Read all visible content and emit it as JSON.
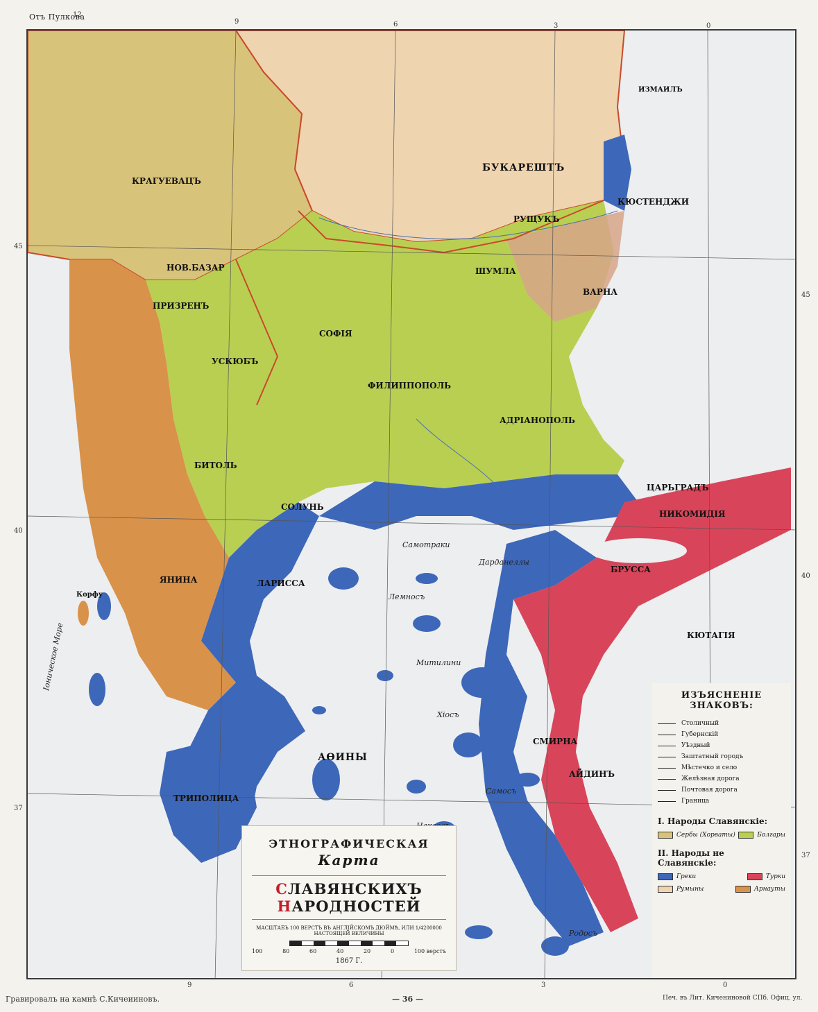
{
  "header": {
    "meridian_label": "Отъ Пулкова",
    "top_ticks": [
      "12",
      "9",
      "6",
      "3",
      "0"
    ],
    "bottom_ticks": [
      "9",
      "6",
      "3",
      "0"
    ],
    "lat_left": [
      "45",
      "40",
      "37"
    ],
    "lat_right": [
      "45",
      "40",
      "37"
    ]
  },
  "places": {
    "bucharest": "БУКАРЕШТЪ",
    "istanbul": "ЦАРЬГРАДЪ",
    "varna": "ВАРНА",
    "athens": "АѲИНЫ",
    "smyrna": "СМИРНА",
    "kutahya": "КЮТАГІЯ",
    "sofia": "СОФІЯ",
    "salonika": "СОЛУНЬ",
    "larissa": "ЛАРИССА",
    "ismail": "ИЗМАИЛЪ",
    "kustenji": "КЮСТЕНДЖИ",
    "ruse": "РУЩУКЪ",
    "shumla": "ШУМЛА",
    "adrianople": "АДРІАНОПОЛЬ",
    "philippopolis": "ФИЛИППОПОЛЬ",
    "nicomedia": "НИКОМИДІЯ",
    "brussa": "БРУССА",
    "kragujevac": "КРАГУЕВАЦЪ",
    "novi_bazar": "НОВ.БАЗАР",
    "skopje": "УСКЮБЪ",
    "bitola": "БИТОЛЬ",
    "prizren": "ПРИЗРЕНЪ",
    "janina": "ЯНИНА",
    "tripolitza": "ТРИПОЛИЦА",
    "aidin": "АЙДИНЪ",
    "corfu": "Корфу",
    "ionian_sea": "Іоническое Море",
    "aegean_isl_1": "Самотраки",
    "aegean_isl_2": "Лемносъ",
    "aegean_isl_3": "Митилини",
    "aegean_isl_4": "Хіосъ",
    "aegean_isl_5": "Самосъ",
    "aegean_isl_6": "Наксосъ",
    "aegean_isl_7": "Родосъ",
    "dardanelles": "Дарданеллы"
  },
  "title_box": {
    "line1": "ЭТНОГРАФИЧЕСКАЯ",
    "line2": "Карта",
    "line3_a": "С",
    "line3_b": "ЛАВЯНСКИХЪ ",
    "line3_c": "Н",
    "line3_d": "АРОДНОСТЕЙ",
    "scale_caption": "МАСШТАБЪ 100 ВЕРСТЪ ВЪ АНГЛІЙСКОМЪ ДЮЙМѢ, ИЛИ 1/4200000 НАСТОЯЩЕЙ ВЕЛИЧИНЫ",
    "scale_nums": [
      "100",
      "80",
      "60",
      "40",
      "20",
      "0",
      "100 верстъ"
    ],
    "year": "1867 Г."
  },
  "legend": {
    "title": "ИЗЪЯСНЕНІЕ ЗНАКОВЪ:",
    "rows": [
      "Столичный",
      "Губернскій",
      "Уѣздный",
      "Заштатный городъ",
      "Мѣстечко и село",
      "Желѣзная дорога",
      "Почтовая дорога",
      "Граница"
    ],
    "section1": "I. Народы Славянскіе:",
    "section1_items": [
      "Сербы (Хорваты)",
      "Болгары"
    ],
    "section2": "II. Народы не Славянскіе:",
    "section2_items": [
      "Греки",
      "Турки",
      "Румыны",
      "Арнауты"
    ]
  },
  "colors": {
    "sea": "#eceef0",
    "bulgarian": "#b9cf52",
    "serbian": "#d8c37a",
    "romanian": "#efd4b0",
    "greek": "#3d67b8",
    "turkish": "#d8455a",
    "albanian": "#d9924a",
    "border_red": "#c94a2a"
  },
  "footer": {
    "left": "Гравировалъ на камнѣ С.Кичеииновъ.",
    "center": "— 36 —",
    "right": "Печ. въ Лит. Кичениновой СПб. Офиц. ул."
  }
}
